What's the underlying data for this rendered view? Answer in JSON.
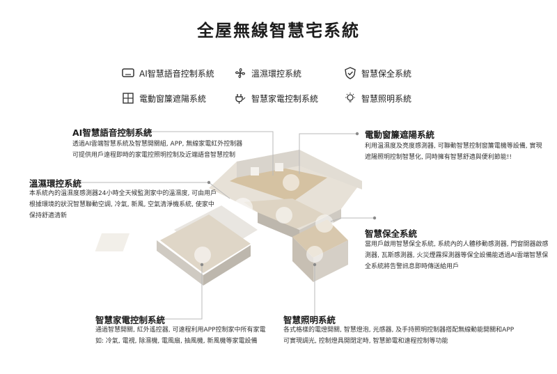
{
  "page": {
    "title": "全屋無線智慧宅系統"
  },
  "legend": [
    {
      "label": "AI智慧語音控制系統",
      "icon": "monitor-icon"
    },
    {
      "label": "溫濕環控系統",
      "icon": "fan-icon"
    },
    {
      "label": "智慧保全系統",
      "icon": "shield-icon"
    },
    {
      "label": "電動窗簾遮陽系統",
      "icon": "window-icon"
    },
    {
      "label": "智慧家電控制系統",
      "icon": "plug-icon"
    },
    {
      "label": "智慧照明系統",
      "icon": "bulb-icon"
    }
  ],
  "sections": {
    "voice": {
      "title": "AI智慧語音控制系統",
      "lines": [
        "透過AI雲端智慧系統及智慧開關組, APP, 無線家電紅外控制器",
        "可提供用戶遠程即時的家電控照明控制及近端語音智慧控制"
      ]
    },
    "curtain": {
      "title": "電動窗簾遮陽系統",
      "lines": [
        "利用溫濕度及亮度感測器, 可聯動智慧控制窗簾電機等設備, 實現",
        "遮陽照明控制智慧化, 同時擁有智慧舒適與便利節能!!"
      ]
    },
    "climate": {
      "title": "溫濕環控系統",
      "lines": [
        "本系統內的溫濕度感測器24小時全天候監測家中的溫濕度, 可由用戶",
        "根據環境的狀況智慧聯動空調, 冷氣, 新風, 空氣清淨機系統, 使家中",
        "保持舒適清新"
      ]
    },
    "security": {
      "title": "智慧保全系統",
      "lines": [
        "當用戶啟用智慧保全系統, 系統內的人體移動感測器, 門窗開器啟感",
        "測器, 瓦斯感測器, 火災煙霧探測器等保全設備能透過AI雲端智慧保",
        "全系統將告警訊息即時傳送給用戶"
      ]
    },
    "appliance": {
      "title": "智慧家電控制系統",
      "lines": [
        "通過智慧開關, 紅外遙控器, 可遠程利用APP控制家中所有家電",
        "如: 冷氣, 電視, 除濕機, 電風扇, 抽風機, 新風機等家電設備"
      ]
    },
    "lighting": {
      "title": "智慧照明系統",
      "lines": [
        "各式格樣的電燈開關, 智慧燈泡, 光感器, 及手持照明控制器搭配無線動能開關和APP",
        "可實現調光, 控制燈具開閉定時, 智慧節電和遠程控制等功能"
      ]
    }
  },
  "colors": {
    "title": "#1c1c1c",
    "leader": "#b9b9b9",
    "leader_dot": "#8a8a8a",
    "floor": "#d8c8ae",
    "wall": "#e9e6e1"
  }
}
